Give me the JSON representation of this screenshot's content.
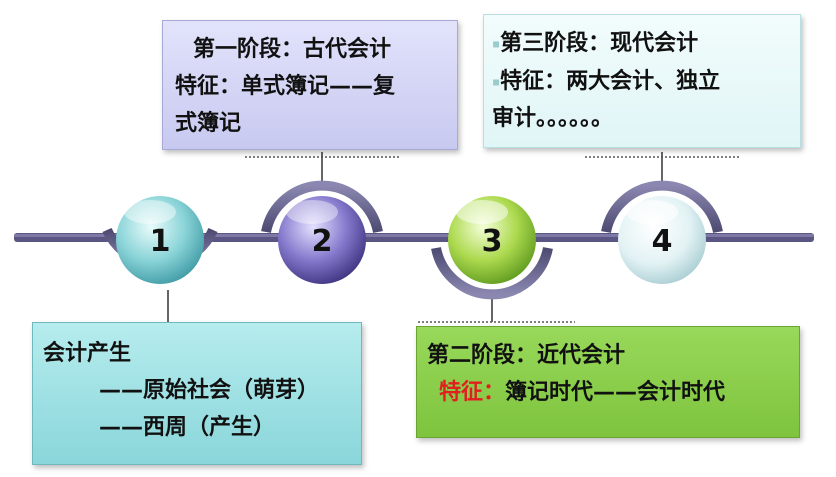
{
  "timeline": {
    "nodes": [
      {
        "number": "1",
        "color": "#7fd1d6"
      },
      {
        "number": "2",
        "color": "#7b6fc4"
      },
      {
        "number": "3",
        "color": "#a9d84a"
      },
      {
        "number": "4",
        "color": "#dff0f2"
      }
    ],
    "line_color": "#5e5a86"
  },
  "boxes": {
    "stage1": {
      "title": "会计产生",
      "line2": "——原始社会（萌芽）",
      "line3": "——西周（产生）",
      "color": "#9fe0e3"
    },
    "stage2_top": {
      "title": "第一阶段：古代会计",
      "line2": "特征：单式簿记——复",
      "line3": "式簿记",
      "color": "#d5d6f5"
    },
    "stage3_bottom": {
      "title": "第二阶段：近代会计",
      "feature_label": "特征：",
      "feature_text": "簿记时代——会计时代",
      "color": "#8fd14f",
      "accent": "#e02020"
    },
    "stage4_top": {
      "title": "第三阶段：现代会计",
      "line2": "特征：两大会计、独立",
      "line3": "审计。。。。。。",
      "color": "#e8f8f8"
    }
  }
}
